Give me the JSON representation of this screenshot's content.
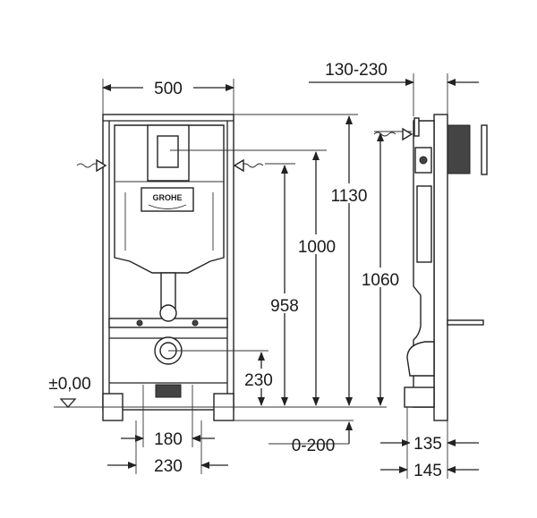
{
  "front_view": {
    "logo": "GROHE",
    "dims": {
      "width": "500",
      "height_1130": "1130",
      "height_1000": "1000",
      "height_958": "958",
      "height_1060": "1060",
      "drain_height": "230",
      "floor_level": "±0,00",
      "bolt_spacing": "180",
      "foot_spacing": "230",
      "floor_adjust": "0-200"
    }
  },
  "side_view": {
    "dims": {
      "wall_depth": "130-230",
      "depth_135": "135",
      "depth_145": "145"
    }
  }
}
